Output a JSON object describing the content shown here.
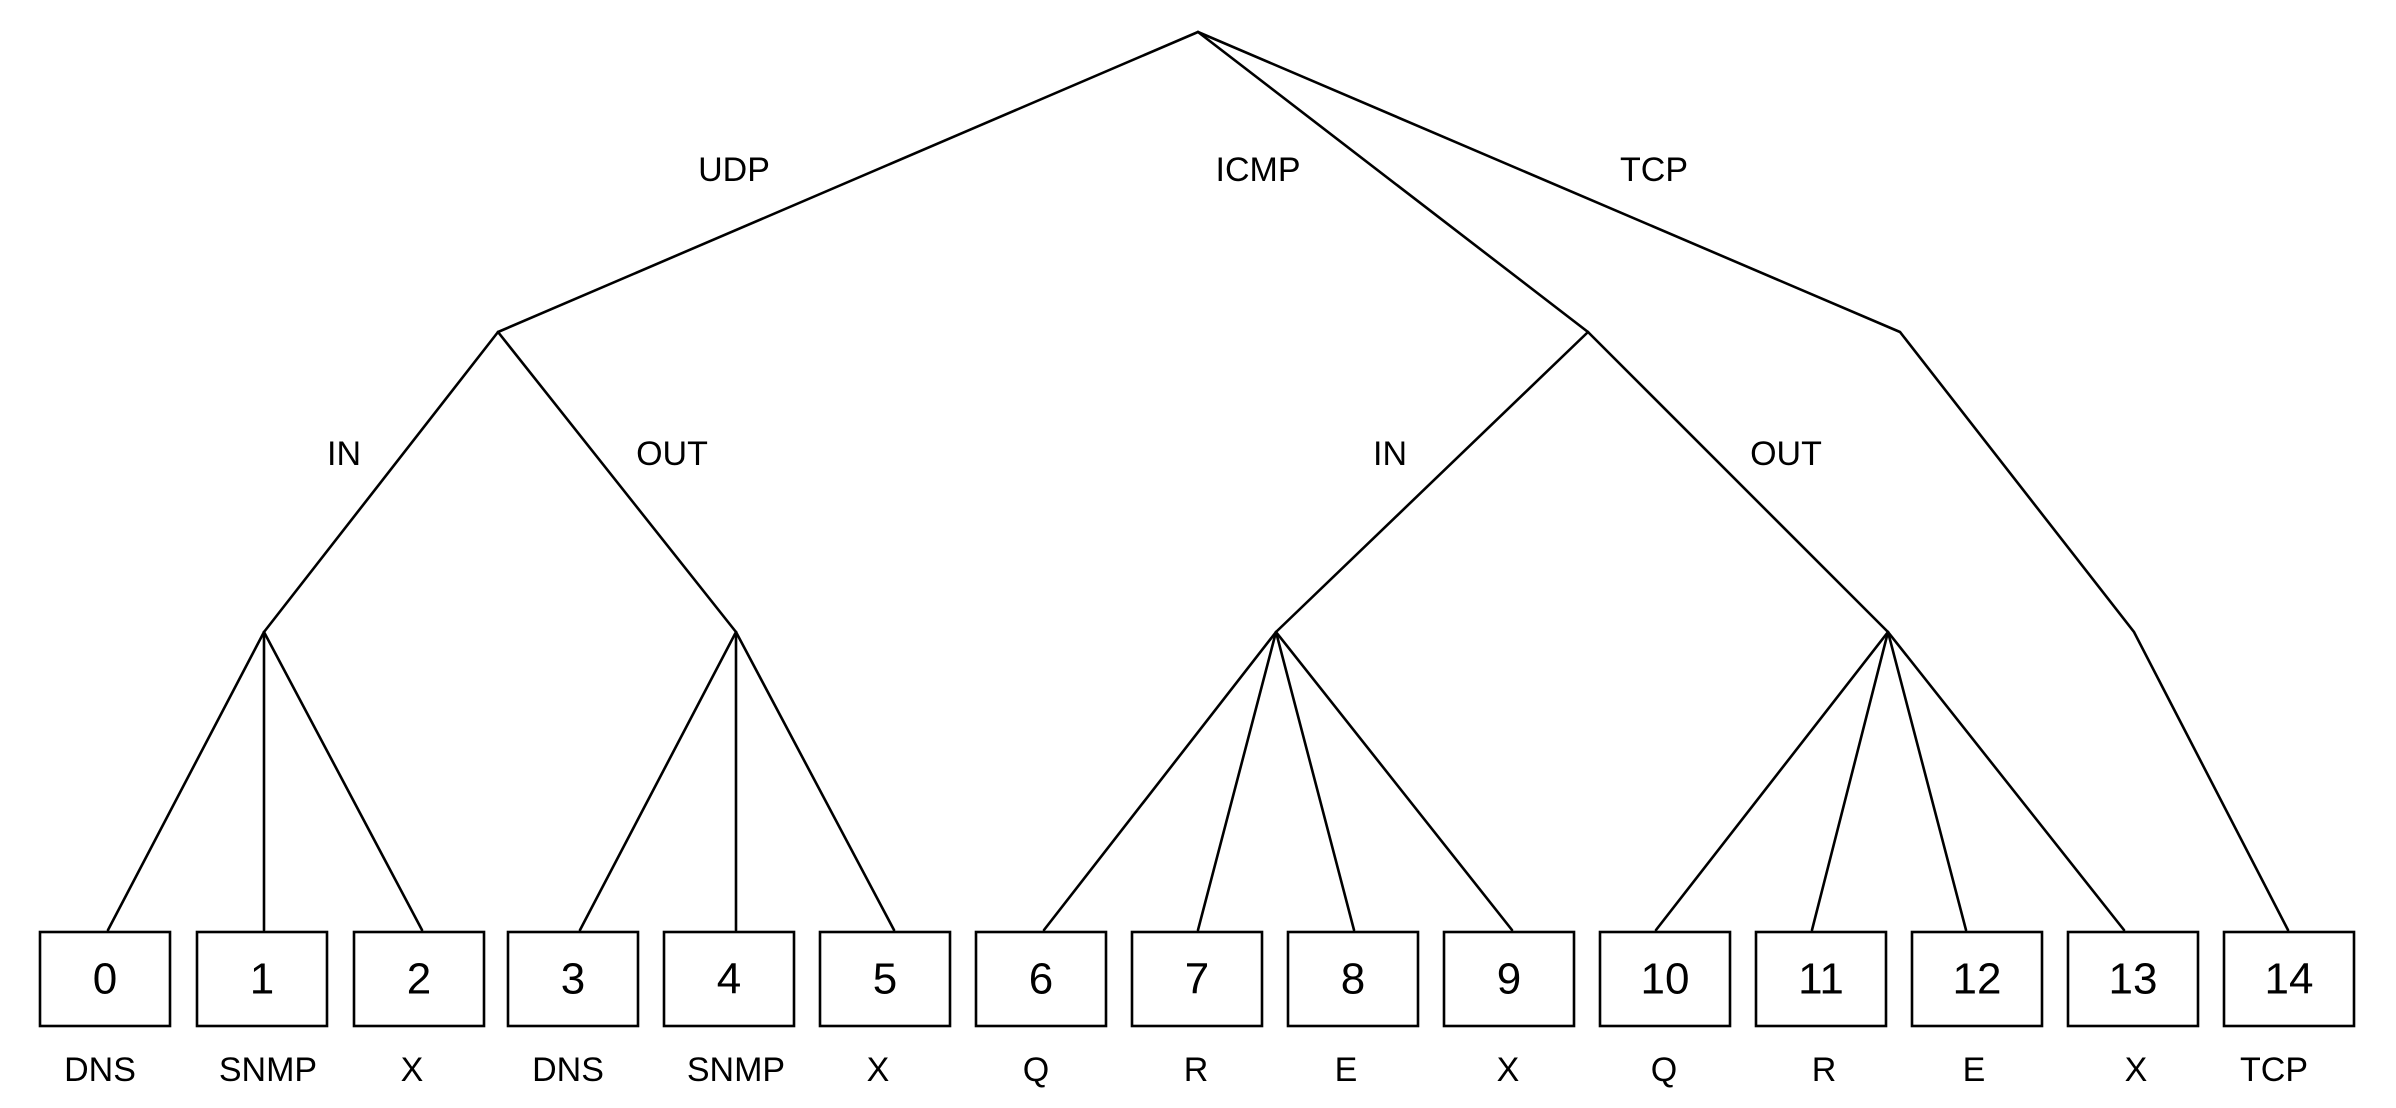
{
  "colors": {
    "line": "#000000",
    "background": "#ffffff"
  },
  "edge_labels": {
    "udp": "UDP",
    "icmp": "ICMP",
    "tcp": "TCP",
    "udp_in": "IN",
    "udp_out": "OUT",
    "icmp_in": "IN",
    "icmp_out": "OUT"
  },
  "leaves": [
    {
      "id": "0",
      "label": "DNS"
    },
    {
      "id": "1",
      "label": "SNMP"
    },
    {
      "id": "2",
      "label": "X"
    },
    {
      "id": "3",
      "label": "DNS"
    },
    {
      "id": "4",
      "label": "SNMP"
    },
    {
      "id": "5",
      "label": "X"
    },
    {
      "id": "6",
      "label": "Q"
    },
    {
      "id": "7",
      "label": "R"
    },
    {
      "id": "8",
      "label": "E"
    },
    {
      "id": "9",
      "label": "X"
    },
    {
      "id": "10",
      "label": "Q"
    },
    {
      "id": "11",
      "label": "R"
    },
    {
      "id": "12",
      "label": "E"
    },
    {
      "id": "13",
      "label": "X"
    },
    {
      "id": "14",
      "label": "TCP"
    }
  ]
}
